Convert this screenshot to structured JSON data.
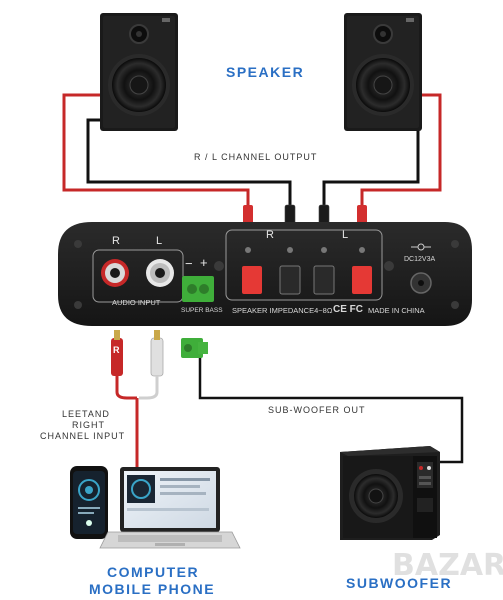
{
  "labels": {
    "speaker": "SPEAKER",
    "rl_channel_output": "R / L  CHANNEL OUTPUT",
    "panel_r_left": "R",
    "panel_l_left": "L",
    "panel_r_right": "R",
    "panel_l_right": "L",
    "minus": "−",
    "plus": "+",
    "audio_input": "AUDIO INPUT",
    "super_bass": "SUPER BASS",
    "speaker_impedance": "SPEAKER IMPEDANCE4~8Ω",
    "ce_fc": "CE FC",
    "made_in_china": "MADE IN CHINA",
    "dc": "DC12V3A",
    "plug_r": "R",
    "left_right_input_line1": "LEETAND",
    "left_right_input_line2": "RIGHT",
    "left_right_input_line3": "CHANNEL INPUT",
    "sub_woofer_out": "SUB-WOOFER OUT",
    "computer": "COMPUTER",
    "mobile_phone": "MOBILE PHONE",
    "subwoofer": "SUBWOOFER",
    "watermark": "BAZAR"
  },
  "colors": {
    "title_blue": "#2a6fc4",
    "wire_red": "#c62828",
    "wire_black": "#111111",
    "amp_body": "#1e1e1e",
    "terminal_red": "#e53935",
    "green_terminal": "#3fae3a"
  }
}
